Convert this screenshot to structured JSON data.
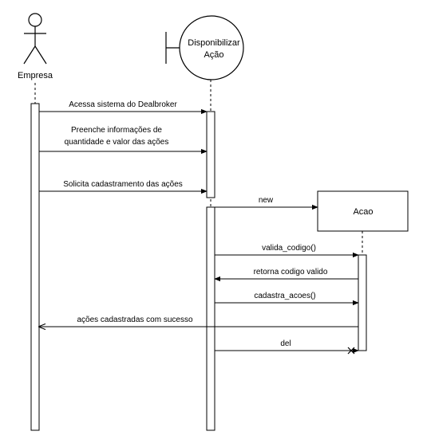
{
  "participants": {
    "actor": {
      "label": "Empresa"
    },
    "boundary": {
      "line1": "Disponibilizar",
      "line2": "Ação"
    },
    "object": {
      "label": "Acao"
    }
  },
  "messages": {
    "m1": "Acessa sistema do Dealbroker",
    "m2_line1": "Preenche informações de",
    "m2_line2": "quantidade e valor das ações",
    "m3": "Solicita cadastramento das ações",
    "m4": "new",
    "m5": "valida_codigo()",
    "m6": "retorna codigo valido",
    "m7": "cadastra_acoes()",
    "m8": "ações cadastradas com sucesso",
    "m9": "del"
  },
  "colors": {
    "stroke": "#000000",
    "background": "#ffffff"
  }
}
